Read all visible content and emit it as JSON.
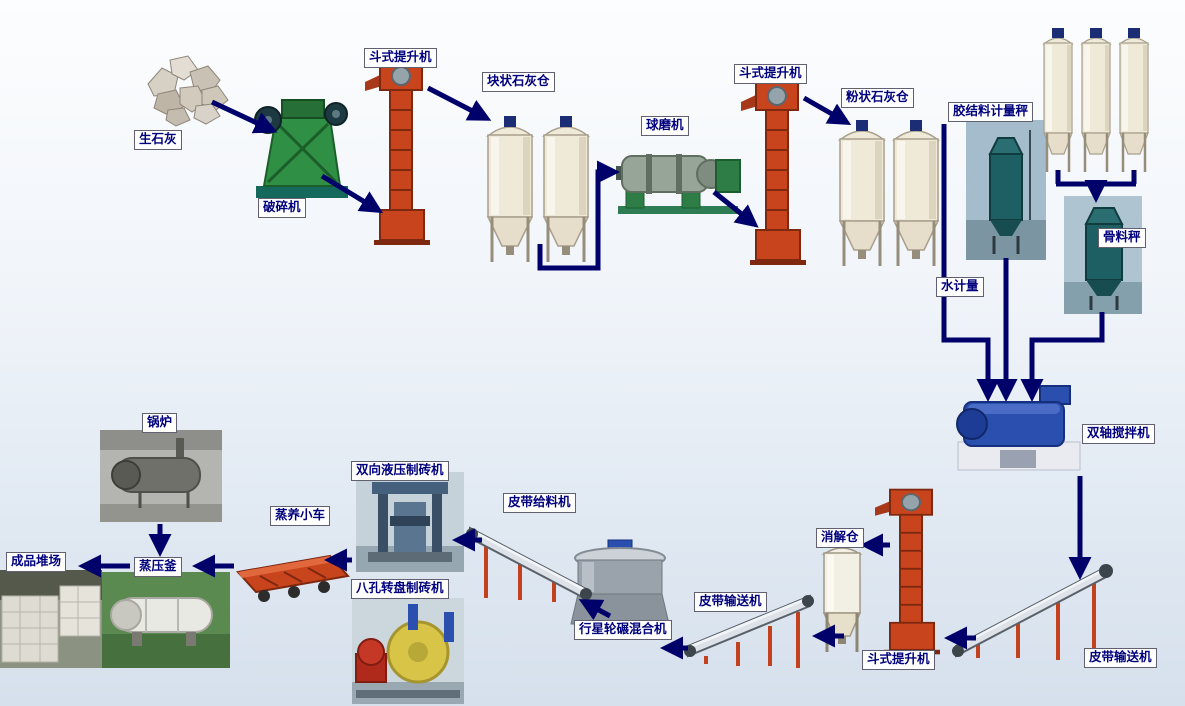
{
  "colors": {
    "arrow": "#00006b",
    "label_text": "#00007d",
    "label_bg": "#ffffff",
    "label_border": "#606070",
    "elevator_red": "#c8441d",
    "silo_cream": "#efe9d8",
    "mixer_blue": "#2a4fae"
  },
  "nodes": {
    "quicklime": {
      "label": "生石灰"
    },
    "crusher": {
      "label": "破碎机"
    },
    "bucket_elevator_1": {
      "label": "斗式提升机"
    },
    "lump_lime_silo": {
      "label": "块状石灰仓"
    },
    "ball_mill": {
      "label": "球磨机"
    },
    "bucket_elevator_2": {
      "label": "斗式提升机"
    },
    "powder_lime_silo": {
      "label": "粉状石灰仓"
    },
    "binder_scale": {
      "label": "胶结料计量秤"
    },
    "aggregate_scale": {
      "label": "骨料秤"
    },
    "water_meter": {
      "label": "水计量"
    },
    "twin_shaft_mixer": {
      "label": "双轴搅拌机"
    },
    "belt_conveyor_1": {
      "label": "皮带输送机"
    },
    "bucket_elevator_3": {
      "label": "斗式提升机"
    },
    "digestion_silo": {
      "label": "消解仓"
    },
    "belt_conveyor_2": {
      "label": "皮带输送机"
    },
    "planetary_mixer": {
      "label": "行星轮碾混合机"
    },
    "belt_feeder": {
      "label": "皮带给料机"
    },
    "hydraulic_brick_machine": {
      "label": "双向液压制砖机"
    },
    "rotary_brick_machine": {
      "label": "八孔转盘制砖机"
    },
    "curing_trolley": {
      "label": "蒸养小车"
    },
    "autoclave": {
      "label": "蒸压釜"
    },
    "product_yard": {
      "label": "成品堆场"
    },
    "boiler": {
      "label": "锅炉"
    }
  }
}
